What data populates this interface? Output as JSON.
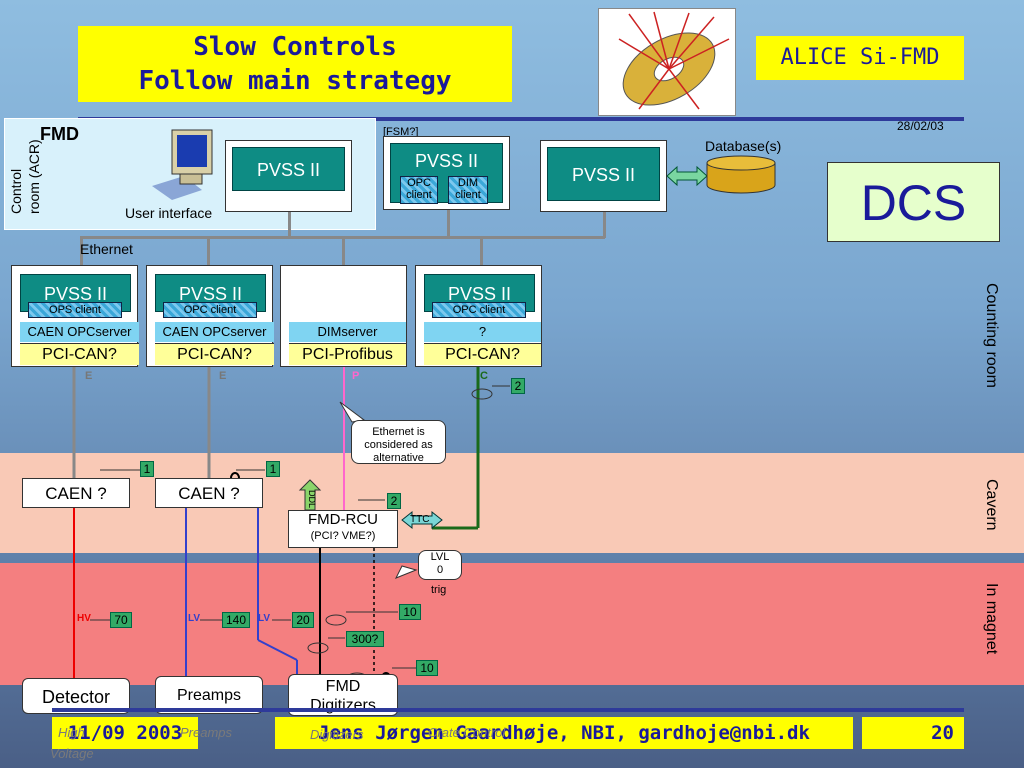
{
  "title": {
    "line1": "Slow Controls",
    "line2": "Follow main strategy"
  },
  "alice": "ALICE Si-FMD",
  "date_small": "28/02/03",
  "control_room": {
    "fmd": "FMD",
    "label1": "Control",
    "label2": "room (ACR)",
    "user_interface": "User interface"
  },
  "top_pvss": [
    {
      "label": "PVSS II"
    },
    {
      "label": "PVSS II",
      "fsm": "[FSM?]",
      "sub1": "OPC client",
      "sub2": "DIM client"
    },
    {
      "label": "PVSS II"
    }
  ],
  "database": "Database(s)",
  "dcs": "DCS",
  "ethernet": "Ethernet",
  "counting": [
    {
      "label": "PVSS II",
      "client": "OPS client",
      "server": "CAEN OPCserver",
      "bus": "PCI-CAN?",
      "wire": "E"
    },
    {
      "label": "PVSS II",
      "client": "OPC client",
      "server": "CAEN OPCserver",
      "bus": "PCI-CAN?",
      "wire": "E"
    },
    {
      "label": "",
      "client": "",
      "server": "DIMserver",
      "bus": "PCI-Profibus",
      "wire": "P"
    },
    {
      "label": "PVSS II",
      "client": "OPC client",
      "server": "?",
      "bus": "PCI-CAN?",
      "wire": "C"
    }
  ],
  "regions": {
    "counting": "Counting room",
    "cavern": "Cavern",
    "magnet": "In  magnet"
  },
  "callout_eth": "Ethernet is considered as alternative",
  "cavern": {
    "caen1": "CAEN ?",
    "caen2": "CAEN ?",
    "rcu1": "FMD-RCU",
    "rcu2": "(PCI? VME?)",
    "ddl": "DDL",
    "ttc": "TTC",
    "tag1": "1",
    "tag2": "1",
    "tag3": "2",
    "tag_c": "2"
  },
  "lvl0": {
    "l1": "LVL",
    "l2": "0",
    "l3": "trig"
  },
  "magnet": {
    "hv": "HV",
    "lv1": "LV",
    "lv2": "LV",
    "n70": "70",
    "n140": "140",
    "n20": "20",
    "n10a": "10",
    "n300": "300?",
    "n10b": "10"
  },
  "bottom": {
    "detector": "Detector",
    "preamps": "Preamps",
    "fmd1": "FMD",
    "fmd2": "Digitizers"
  },
  "footer": {
    "date": "11/09 2003",
    "author": "Jens Jørgen Gaardhøje, NBI, gardhoje@nbi.dk",
    "page": "20"
  },
  "ghost": {
    "g1": "High",
    "g2": "Voltage",
    "g3": "Preamps",
    "g4": "Digitizers",
    "g5": "Crate Control"
  }
}
